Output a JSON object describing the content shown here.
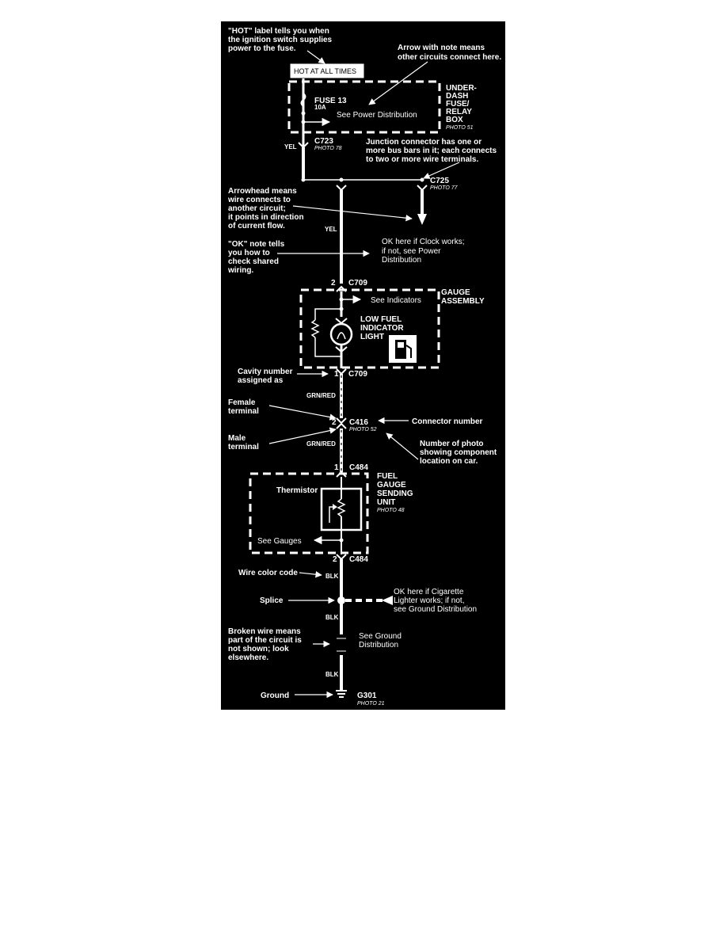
{
  "hot_label": "HOT AT ALL TIMES",
  "fuse": {
    "name": "FUSE 13",
    "rating": "10A",
    "see_note": "See Power Distribution"
  },
  "fuse_box": {
    "line1": "UNDER-",
    "line2": "DASH",
    "line3": "FUSE/",
    "line4": "RELAY",
    "line5": "BOX",
    "photo": "PHOTO 51"
  },
  "connectors": {
    "c723": "C723",
    "c723_photo": "PHOTO 78",
    "c725": "C725",
    "c725_photo": "PHOTO 77",
    "c709_top": "C709",
    "c709_top_cavity": "2",
    "c709_bot": "C709",
    "c709_bot_cavity": "1",
    "c416": "C416",
    "c416_photo": "PHOTO 52",
    "c416_cavity": "2",
    "c484_top": "C484",
    "c484_top_cavity": "1",
    "c484_bot": "C484",
    "c484_bot_cavity": "2"
  },
  "wires": {
    "yel_1": "YEL",
    "yel_2": "YEL",
    "grnred_1": "GRN/RED",
    "grnred_2": "GRN/RED",
    "blk_1": "BLK",
    "blk_2": "BLK",
    "blk_3": "BLK"
  },
  "gauge_assembly": {
    "line1": "GAUGE",
    "line2": "ASSEMBLY",
    "see_note": "See Indicators",
    "light_1": "LOW FUEL",
    "light_2": "INDICATOR",
    "light_3": "LIGHT"
  },
  "sending_unit": {
    "line1": "FUEL",
    "line2": "GAUGE",
    "line3": "SENDING",
    "line4": "UNIT",
    "photo": "PHOTO 48",
    "thermistor": "Thermistor",
    "see_note": "See Gauges"
  },
  "ground": {
    "id": "G301",
    "photo": "PHOTO 21"
  },
  "notes": {
    "ok_clock_1": "OK here if Clock works;",
    "ok_clock_2": "if not, see Power",
    "ok_clock_3": "Distribution",
    "ok_lighter_1": "OK here if Cigarette",
    "ok_lighter_2": "Lighter works; if not,",
    "ok_lighter_3": "see Ground Distribution",
    "see_ground_1": "See Ground",
    "see_ground_2": "Distribution"
  },
  "annotations": {
    "hot_1": "\"HOT\" label tells you when",
    "hot_2": "the ignition switch supplies",
    "hot_3": "power to the fuse.",
    "arrow_note_1": "Arrow with note means",
    "arrow_note_2": "other circuits connect here.",
    "junction_1": "Junction connector has one or",
    "junction_2": "more bus bars in it; each connects",
    "junction_3": "to two or more wire terminals.",
    "arrowhead_1": "Arrowhead means",
    "arrowhead_2": "wire connects to",
    "arrowhead_3": "another circuit;",
    "arrowhead_4": "it points in direction",
    "arrowhead_5": "of current flow.",
    "ok_note_1": "\"OK\" note tells",
    "ok_note_2": "you how to",
    "ok_note_3": "check shared",
    "ok_note_4": "wiring.",
    "cavity_1": "Cavity number",
    "cavity_2": "assigned as",
    "female_1": "Female",
    "female_2": "terminal",
    "male_1": "Male",
    "male_2": "terminal",
    "connector_number": "Connector number",
    "photo_num_1": "Number of photo",
    "photo_num_2": "showing component",
    "photo_num_3": "location on car.",
    "wire_color": "Wire color code",
    "splice": "Splice",
    "broken_1": "Broken wire means",
    "broken_2": "part of the circuit is",
    "broken_3": "not shown; look",
    "broken_4": "elsewhere.",
    "ground": "Ground"
  }
}
